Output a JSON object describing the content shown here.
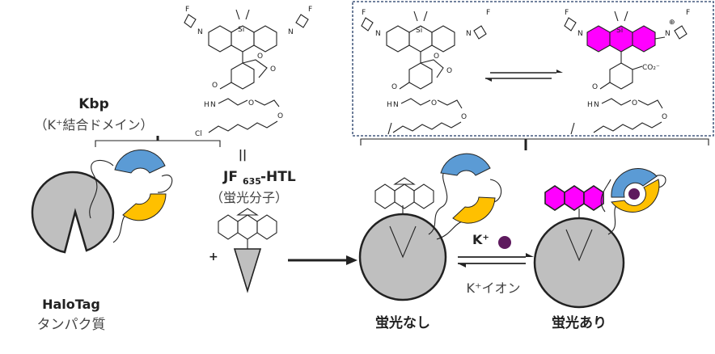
{
  "labels": {
    "kbp_title": "Kbp",
    "kbp_sub": "（K⁺結合ドメイン）",
    "equals": "||",
    "jf_main": "JF",
    "jf_subscript": "635",
    "jf_suffix": "-HTL",
    "jf_sub": "（蛍光分子）",
    "plus": "+",
    "halotag_title": "HaloTag",
    "halotag_sub": "タンパク質",
    "k_plus": "K⁺",
    "k_ion": "K⁺イオン",
    "no_fluor": "蛍光なし",
    "fluor": "蛍光あり"
  },
  "chem_labels": {
    "F": "F",
    "N": "N",
    "Si": "Si",
    "O": "O",
    "H": "H",
    "Cl": "Cl",
    "co2": "CO₂⁻",
    "plus_charge": "⊕"
  },
  "colors": {
    "blue": "#5b9bd5",
    "yellow": "#ffc000",
    "magenta": "#ff00ff",
    "gray": "#bfbfbf",
    "ion": "#5e1a5e"
  }
}
